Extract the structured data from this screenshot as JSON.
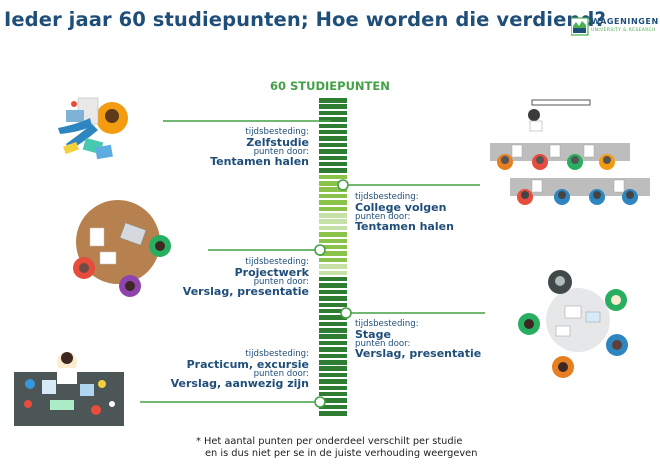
{
  "title": "Ieder jaar 60 studiepunten; Hoe worden die verdiend?",
  "logo": {
    "name": "WAGENINGEN",
    "subtitle": "UNIVERSITY & RESEARCH"
  },
  "bar": {
    "title": "60 STUDIEPUNTEN",
    "segments_total": 50,
    "colors": {
      "dark": "#2e7d32",
      "light": "#8bc34a",
      "pale": "#c5e1a5"
    }
  },
  "activities": [
    {
      "label_time": "tijdsbesteding:",
      "activity": "Zelfstudie",
      "label_points": "punten door:",
      "method": "Tentamen halen",
      "side": "left"
    },
    {
      "label_time": "tijdsbesteding:",
      "activity": "College volgen",
      "label_points": "punten door:",
      "method": "Tentamen halen",
      "side": "right"
    },
    {
      "label_time": "tijdsbesteding:",
      "activity": "Projectwerk",
      "label_points": "punten door:",
      "method": "Verslag, presentatie",
      "side": "left"
    },
    {
      "label_time": "tijdsbesteding:",
      "activity": "Stage",
      "label_points": "punten door:",
      "method": "Verslag, presentatie",
      "side": "right"
    },
    {
      "label_time": "tijdsbesteding:",
      "activity": "Practicum, excursie",
      "label_points": "punten door:",
      "method": "Verslag, aanwezig zijn",
      "side": "left"
    }
  ],
  "footnote": {
    "line1": "* Het aantal punten per onderdeel verschilt per studie",
    "line2": "en is dus niet per se in de juiste verhouding weergeven"
  }
}
